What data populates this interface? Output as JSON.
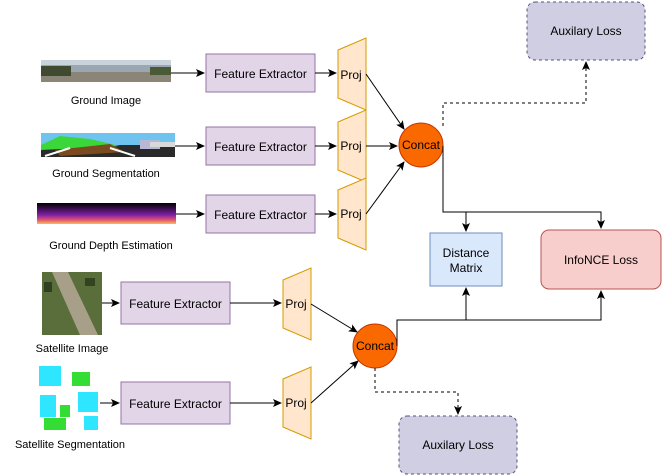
{
  "inputs": {
    "ground_image": "Ground Image",
    "ground_segmentation": "Ground Segmentation",
    "ground_depth": "Ground Depth Estimation",
    "satellite_image": "Satellite Image",
    "satellite_segmentation": "Satellite Segmentation"
  },
  "nodes": {
    "feature_extractor": "Feature Extractor",
    "proj": "Proj",
    "concat": "Concat",
    "auxiliary_loss": "Auxilary Loss",
    "distance_matrix_line1": "Distance",
    "distance_matrix_line2": "Matrix",
    "infonce_loss": "InfoNCE Loss"
  },
  "colors": {
    "extractor_fill": "#e1d5e7",
    "extractor_stroke": "#9673a6",
    "proj_fill": "#ffe6cc",
    "proj_stroke": "#d79b00",
    "concat_fill": "#fa6800",
    "concat_stroke": "#c73500",
    "distance_fill": "#dae8fc",
    "distance_stroke": "#6c8ebf",
    "loss_fill": "#f8cecc",
    "loss_stroke": "#b85450",
    "aux_fill": "#d0cee2",
    "aux_stroke": "#56517e"
  }
}
